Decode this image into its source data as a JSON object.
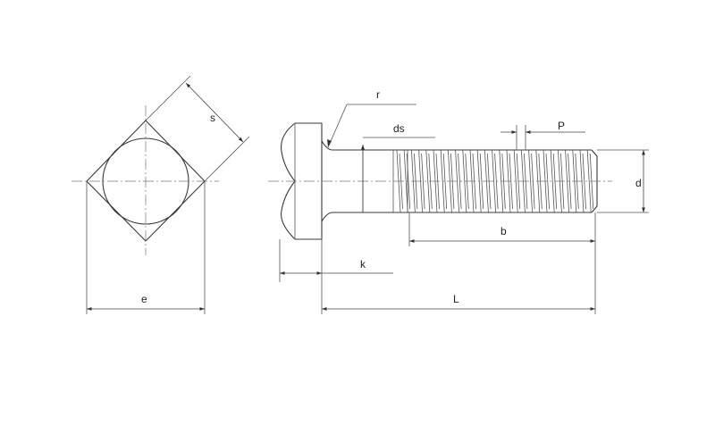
{
  "diagram": {
    "labels": {
      "s": "s",
      "e": "e",
      "r": "r",
      "ds": "ds",
      "p": "P",
      "d": "d",
      "b": "b",
      "k": "k",
      "l": "L"
    }
  }
}
